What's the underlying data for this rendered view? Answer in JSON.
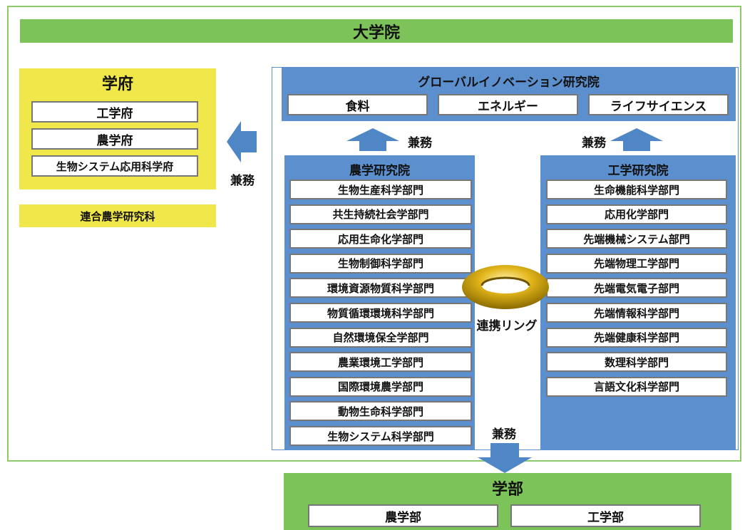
{
  "graduate_school": {
    "title": "大学院"
  },
  "gakufu": {
    "title": "学府",
    "items": [
      "工学府",
      "農学府",
      "生物システム応用科学府"
    ]
  },
  "united_school": {
    "label": "連合農学研究科"
  },
  "global_innovation": {
    "title": "グローバルイノベーション研究院",
    "fields": [
      "食料",
      "エネルギー",
      "ライフサイエンス"
    ]
  },
  "agri_institute": {
    "title": "農学研究院",
    "departments": [
      "生物生産科学部門",
      "共生持続社会学部門",
      "応用生命化学部門",
      "生物制御科学部門",
      "環境資源物質科学部門",
      "物質循環環境科学部門",
      "自然環境保全学部門",
      "農業環境工学部門",
      "国際環境農学部門",
      "動物生命科学部門",
      "生物システム科学部門"
    ]
  },
  "eng_institute": {
    "title": "工学研究院",
    "departments": [
      "生命機能科学部門",
      "応用化学部門",
      "先端機械システム部門",
      "先端物理工学部門",
      "先端電気電子部門",
      "先端情報科学部門",
      "先端健康科学部門",
      "数理科学部門",
      "言語文化科学部門"
    ]
  },
  "labels": {
    "kenmu_left": "兼務",
    "kenmu_top_left": "兼務",
    "kenmu_top_right": "兼務",
    "kenmu_bottom": "兼務",
    "ring": "連携リング"
  },
  "faculty": {
    "title": "学部",
    "items": [
      "農学部",
      "工学部"
    ]
  },
  "colors": {
    "green": "#7cc35a",
    "yellow": "#f0e84a",
    "blue": "#5b8fce",
    "arrow_blue": "#4f86c6",
    "ring_gold": "#d4a70f"
  }
}
